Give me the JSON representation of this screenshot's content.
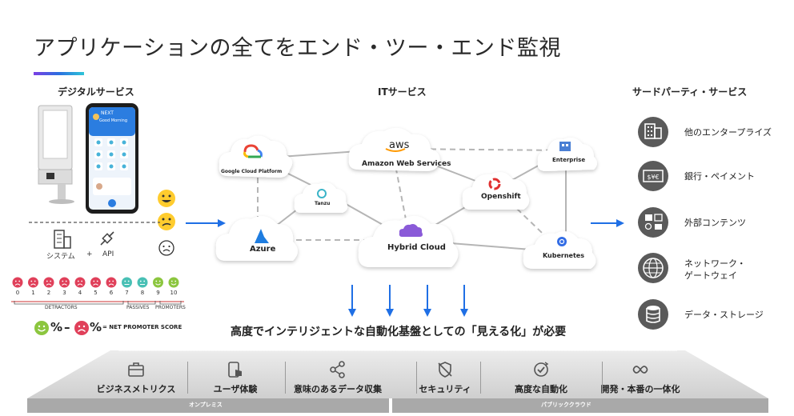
{
  "title": "アプリケーションの全てをエンド・ツー・エンド監視",
  "digital": {
    "title": "デジタルサービス",
    "system_label": "システム",
    "plus": "+",
    "api_label": "API",
    "phone": {
      "brand": "NEXT",
      "greeting": "Good Morning"
    },
    "nps_scale": [
      "0",
      "1",
      "2",
      "3",
      "4",
      "5",
      "6",
      "7",
      "8",
      "9",
      "10"
    ],
    "detractors": "DETRACTORS",
    "passives": "PASSIVES",
    "promoters": "PROMOTERS",
    "formula_pct1": "%",
    "formula_minus": "–",
    "formula_pct2": "%",
    "formula_eq": "= NET PROMOTER SCORE"
  },
  "it": {
    "title": "ITサービス",
    "nodes": {
      "gcp": "Google Cloud Platform",
      "aws_logo": "aws",
      "aws": "Amazon Web Services",
      "enterprise": "Enterprise",
      "tanzu": "Tanzu",
      "openshift": "Openshift",
      "azure": "Azure",
      "hybrid": "Hybrid Cloud",
      "kubernetes": "Kubernetes"
    },
    "caption": "高度でインテリジェントな自動化基盤としての「見える化」が必要"
  },
  "third": {
    "title": "サードパーティ・サービス",
    "items": [
      {
        "label": "他のエンタープライズ",
        "icon": "building-icon"
      },
      {
        "label": "銀行・ペイメント",
        "icon": "currency-icon"
      },
      {
        "label": "外部コンテンツ",
        "icon": "media-icon"
      },
      {
        "label1": "ネットワーク・",
        "label2": "ゲートウェイ",
        "icon": "globe-icon"
      },
      {
        "label": "データ・ストレージ",
        "icon": "database-icon"
      }
    ]
  },
  "platform": {
    "items": [
      {
        "label": "ビジネスメトリクス",
        "icon": "briefcase-icon"
      },
      {
        "label": "ユーザ体験",
        "icon": "touch-icon"
      },
      {
        "label": "意味のあるデータ収集",
        "icon": "share-icon"
      },
      {
        "label": "セキュリティ",
        "icon": "shield-icon"
      },
      {
        "label": "高度な自動化",
        "icon": "automation-icon"
      },
      {
        "label": "開発・本番の一体化",
        "icon": "infinity-icon"
      }
    ],
    "base_left": "オンプレミス",
    "base_right": "パブリッククラウド"
  },
  "colors": {
    "accent_blue": "#1f6fe5",
    "icon_gray": "#5a5a5a",
    "smile": "#ffcc2e",
    "sad_red": "#e0405a",
    "teal": "#49c0b5",
    "green": "#8cc63f"
  }
}
